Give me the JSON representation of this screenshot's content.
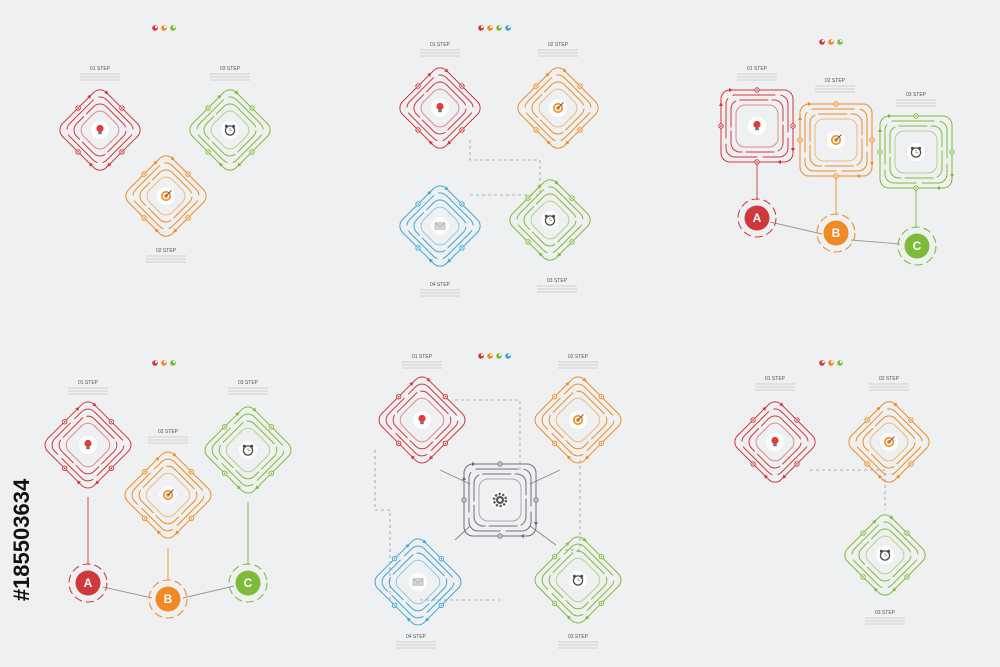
{
  "colors": {
    "red": "#d0393c",
    "orange": "#f08a24",
    "green": "#7fbb3a",
    "blue": "#3fa6d6",
    "gray": "#6b7177",
    "background": "#eff0f1"
  },
  "watermark": "#185503634",
  "legend_dots": [
    "red",
    "orange",
    "green",
    "blue"
  ],
  "icons": {
    "bulb": "lightbulb-icon",
    "target": "target-icon",
    "clock": "alarm-clock-icon",
    "mail": "envelope-icon",
    "gear": "gear-icon"
  },
  "steps": {
    "s1": "01 STEP",
    "s2": "02 STEP",
    "s3": "03 STEP",
    "s4": "04 STEP"
  },
  "letters": [
    "A",
    "B",
    "C"
  ],
  "panels": [
    {
      "id": "p1",
      "variant": "three-diamonds-zigzag",
      "dots": 3
    },
    {
      "id": "p2",
      "variant": "four-diamonds-grid",
      "dots": 4
    },
    {
      "id": "p3",
      "variant": "three-squares-with-circles",
      "dots": 3
    },
    {
      "id": "p4",
      "variant": "three-diamonds-with-circles",
      "dots": 3
    },
    {
      "id": "p5",
      "variant": "four-diamonds-center-gear",
      "dots": 4
    },
    {
      "id": "p6",
      "variant": "three-diamonds-stair",
      "dots": 3
    }
  ]
}
